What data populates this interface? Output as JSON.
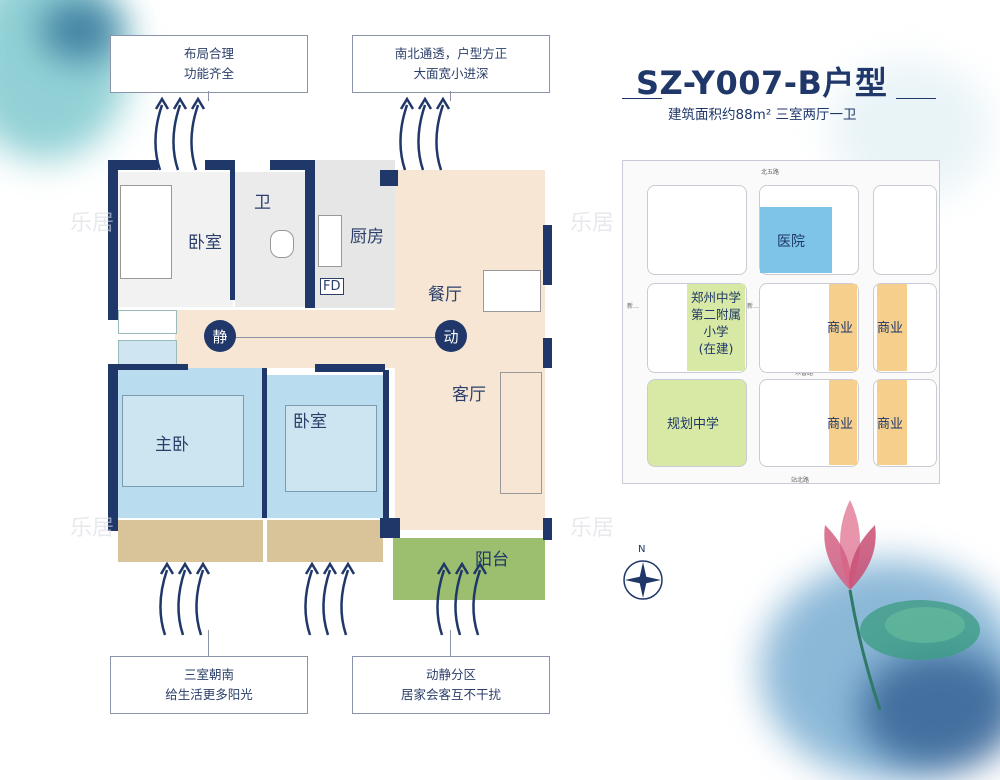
{
  "plan_title": "SZ-Y007-B户型",
  "plan_subtitle": "建筑面积约88m² 三室两厅一卫",
  "callouts": {
    "top_left": [
      "布局合理",
      "功能齐全"
    ],
    "top_mid": [
      "南北通透，户型方正",
      "大面宽小进深"
    ],
    "bottom_left": [
      "三室朝南",
      "给生活更多阳光"
    ],
    "bottom_mid": [
      "动静分区",
      "居家会客互不干扰"
    ]
  },
  "rooms": {
    "bedroom_north": "卧室",
    "bathroom": "卫",
    "kitchen": "厨房",
    "fd": "FD",
    "dining": "餐厅",
    "living": "客厅",
    "master": "主卧",
    "bedroom_south": "卧室",
    "balcony": "阳台",
    "quiet_zone": "静",
    "active_zone": "动"
  },
  "map": {
    "road_top": "北五路",
    "road_bottom": "站北路",
    "road_mid": "木香路",
    "road_left": "新…",
    "road_center": "新…",
    "hospital": "医院",
    "school_zz": [
      "郑州中学",
      "第二附属",
      "小学",
      "(在建)"
    ],
    "school_plan": "规划中学",
    "commerce": [
      "商业",
      "商业",
      "商业",
      "商业"
    ]
  },
  "compass": "N",
  "watermark": "乐居",
  "colors": {
    "navy": "#1f3769",
    "beige": "#f6e6d3",
    "blue_room": "#b9dcee",
    "grey_room": "#e6e6e6",
    "green_school": "#d7e9a4",
    "hospital_blue": "#7ec3e8",
    "commerce_orange": "#f6cf8c"
  }
}
